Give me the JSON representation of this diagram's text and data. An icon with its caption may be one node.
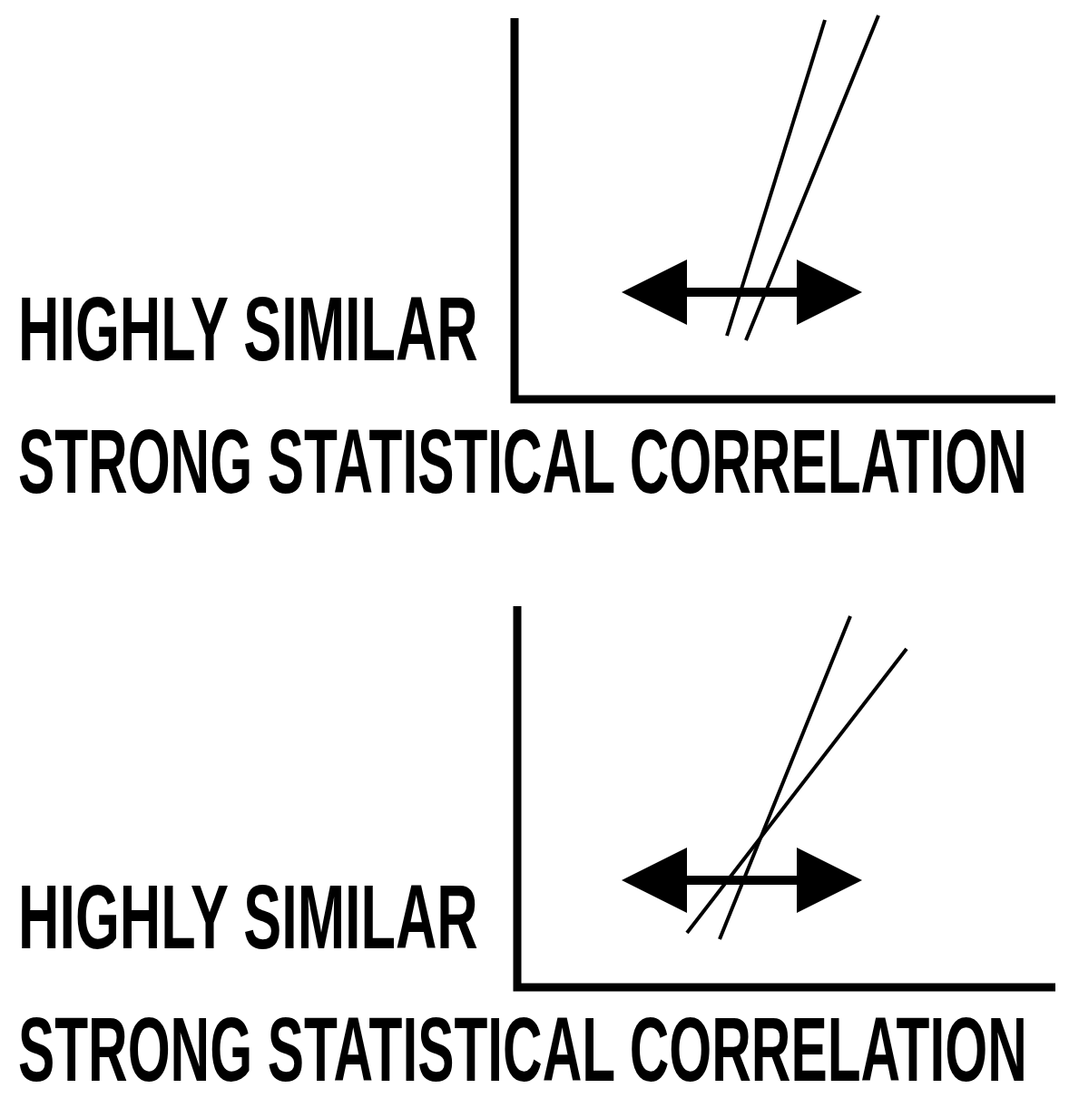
{
  "diagram": {
    "labels": [
      "HIGHLY SIMILAR",
      "STRONG STATISTICAL CORRELATION",
      "HIGHLY SIMILAR",
      "STRONG STATISTICAL CORRELATION"
    ]
  }
}
